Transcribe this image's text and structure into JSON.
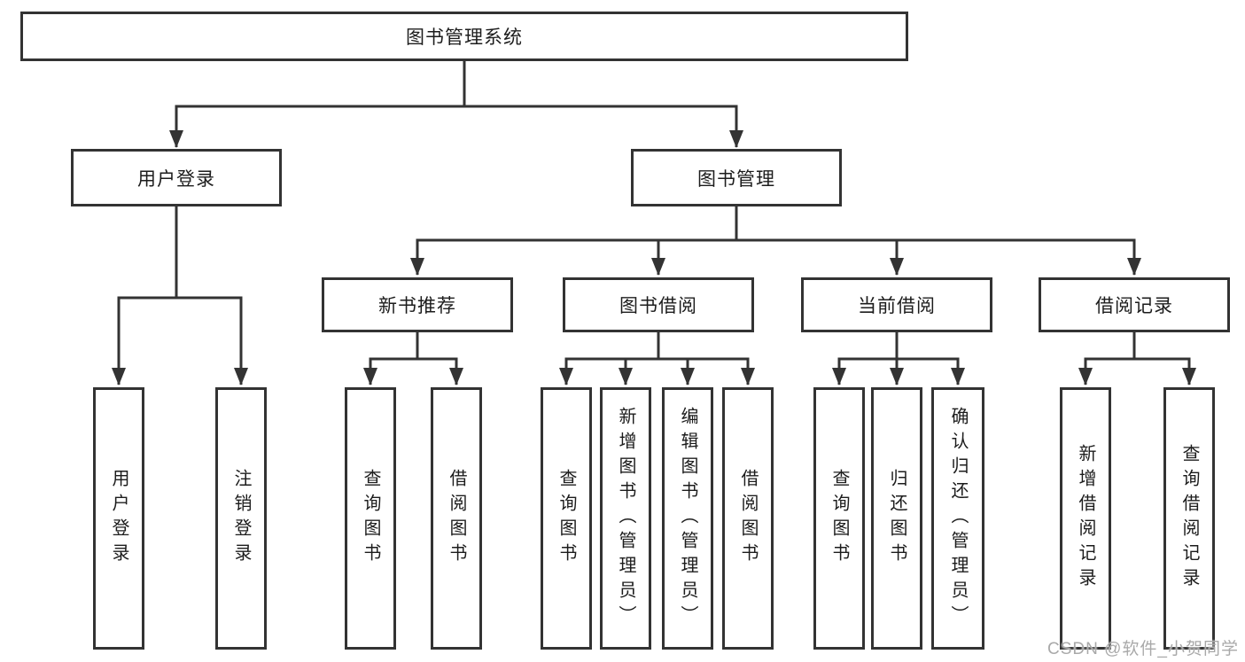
{
  "diagram_title": "图书管理系统",
  "tree": {
    "label": "图书管理系统",
    "children": [
      {
        "label": "用户登录",
        "children": [
          {
            "label": "用户登录"
          },
          {
            "label": "注销登录"
          }
        ]
      },
      {
        "label": "图书管理",
        "children": [
          {
            "label": "新书推荐",
            "children": [
              {
                "label": "查询图书"
              },
              {
                "label": "借阅图书"
              }
            ]
          },
          {
            "label": "图书借阅",
            "children": [
              {
                "label": "查询图书"
              },
              {
                "label": "新增图书（管理员）"
              },
              {
                "label": "编辑图书（管理员）"
              },
              {
                "label": "借阅图书"
              }
            ]
          },
          {
            "label": "当前借阅",
            "children": [
              {
                "label": "查询图书"
              },
              {
                "label": "归还图书"
              },
              {
                "label": "确认归还（管理员）"
              }
            ]
          },
          {
            "label": "借阅记录",
            "children": [
              {
                "label": "新增借阅记录"
              },
              {
                "label": "查询借阅记录"
              }
            ]
          }
        ]
      }
    ]
  },
  "watermark": {
    "text": "CSDN @软件_小贺同学",
    "color": "#a9a9a9"
  },
  "colors": {
    "background": "#ffffff",
    "box_border": "#333333",
    "connector": "#333333",
    "text": "#1c1c1c"
  }
}
